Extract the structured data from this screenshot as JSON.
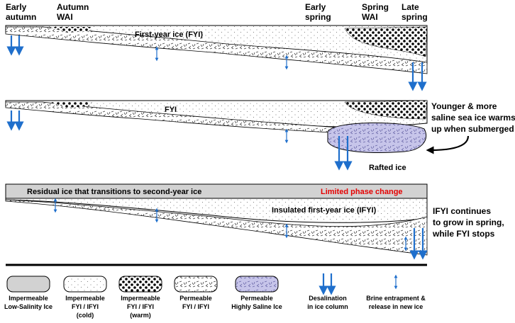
{
  "header_labels": {
    "early_autumn": [
      "Early",
      "autumn"
    ],
    "autumn_wai": [
      "Autumn",
      "WAI"
    ],
    "early_spring": [
      "Early",
      "spring"
    ],
    "spring_wai": [
      "Spring",
      "WAI"
    ],
    "late_spring": [
      "Late",
      "spring"
    ]
  },
  "panel1": {
    "label": "First-year ice (FYI)"
  },
  "panel2": {
    "label": "FYI",
    "rafted_label": "Rafted ice",
    "side_note": [
      "Younger & more",
      "saline sea ice warms",
      "up when submerged"
    ]
  },
  "panel3": {
    "residual_label": "Residual ice that transitions to second-year ice",
    "limited_label": "Limited phase change",
    "ifyi_label": "Insulated first-year ice (IFYI)",
    "side_note": [
      "IFYI continues",
      "to grow in spring,",
      "while FYI stops"
    ]
  },
  "legend": [
    {
      "key": "impermeable-low-salinity",
      "lines": [
        "Impermeable",
        "Low-Salinity Ice"
      ]
    },
    {
      "key": "impermeable-cold",
      "lines": [
        "Impermeable",
        "FYI / IFYI",
        "(cold)"
      ]
    },
    {
      "key": "impermeable-warm",
      "lines": [
        "Impermeable",
        "FYI / IFYI",
        "(warm)"
      ]
    },
    {
      "key": "permeable",
      "lines": [
        "Permeable",
        "FYI / IFYI"
      ]
    },
    {
      "key": "permeable-saline",
      "lines": [
        "Permeable",
        "Highly Saline Ice"
      ]
    },
    {
      "key": "desalination",
      "lines": [
        "Desalination",
        "in ice column"
      ]
    },
    {
      "key": "brine-entrapment",
      "lines": [
        "Brine entrapment &",
        "release in new ice"
      ]
    }
  ],
  "colors": {
    "arrow_blue": "#1f6fcc",
    "rafted_fill": "#c7c5ea",
    "residual_fill": "#d2d2d2",
    "limited_red": "#e60000"
  }
}
